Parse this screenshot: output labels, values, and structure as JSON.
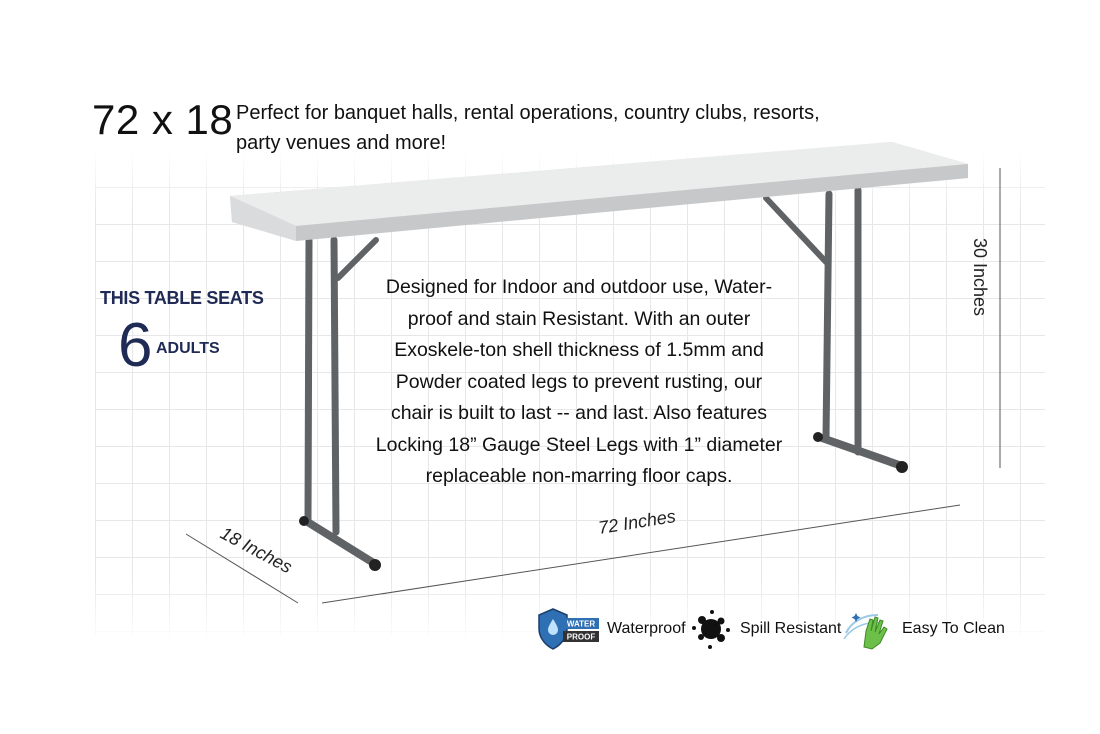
{
  "header": {
    "size": "72 x 18",
    "tagline": "Perfect for banquet halls, rental operations, country clubs, resorts, party venues and more!"
  },
  "seating": {
    "line1": "THIS TABLE SEATS",
    "count": "6",
    "unit": "ADULTS"
  },
  "description": "Designed for Indoor and outdoor use, Water-proof and stain Resistant. With an outer Exoskele-ton shell thickness of 1.5mm and Powder coated legs to prevent rusting, our chair is built to last -- and last. Also features Locking 18” Gauge Steel Legs with 1” diameter replaceable non-marring floor caps.",
  "dimensions": {
    "length": "72 Inches",
    "width": "18 Inches",
    "height": "30 Inches"
  },
  "features": [
    {
      "icon": "waterproof-badge-icon",
      "badge_top": "WATER",
      "badge_bottom": "PROOF",
      "label": "Waterproof"
    },
    {
      "icon": "spill-splat-icon",
      "label": "Spill Resistant"
    },
    {
      "icon": "clean-hand-icon",
      "label": "Easy To Clean"
    }
  ],
  "colors": {
    "navy": "#1f2a55",
    "table_top": "#e9eaea",
    "legs": "#5f6366",
    "badge_blue": "#2f6fb3",
    "clean_green": "#6cc04a"
  }
}
